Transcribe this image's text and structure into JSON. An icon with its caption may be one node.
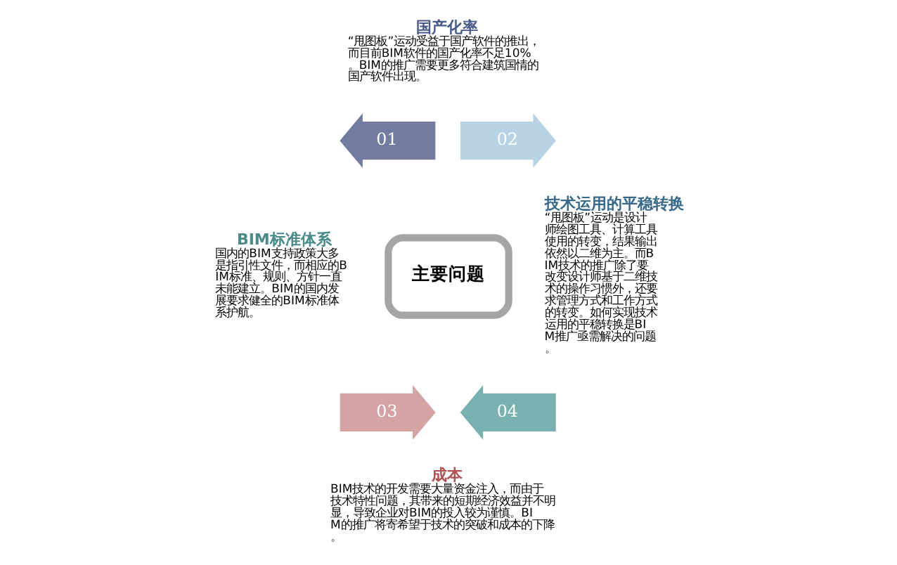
{
  "diagram": {
    "nodes": [
      {
        "text": [
          "主要问题"
        ]
      },
      {
        "text": [
          "01"
        ]
      },
      {
        "text": [
          "02"
        ]
      },
      {
        "text": [
          "03"
        ]
      },
      {
        "text": [
          "04"
        ]
      },
      {
        "text": [
          "国产化率",
          "“甩图板”运动受益于国产软件的推出，而目前BIM软件的国产化率不足10%。BIM的推广需要更多符合建筑国情的国产软件出现。"
        ]
      },
      {
        "text": [
          "技术运用的平稳转换",
          "“甩图板”运动是设计师绘图工具、计算工具使用的转变，结果输出依然以二维为主。而BIM技术的推广除了要改变设计师基于二维技术的操作习惯外，还要求管理方式和工作方式的转变。如何实现技术运用的平稳转换是BIM推广亟需解决的问题。"
        ]
      },
      {
        "text": [
          "成本",
          "BIM技术的开发需要大量资金注入，而由于技术特性问题，其带来的短期经济效益并不明显，导致企业对BIM的投入较为谨慎。BIM的推广将寄希望于技术的突破和成本的下降。"
        ]
      },
      {
        "text": [
          "BIM标准体系",
          "国内的BIM支持政策大多是指引性文件，而相应的BIM标准、规则、方针一直未能建立。BIM的国内发展要求健全的BIM标准体系护航。"
        ]
      }
    ],
    "edges": []
  }
}
